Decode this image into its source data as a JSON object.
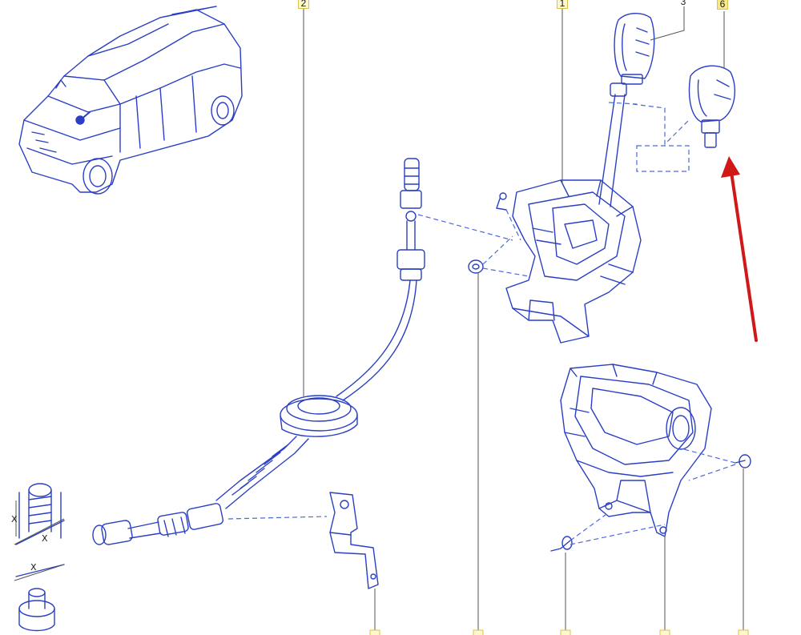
{
  "diagram": {
    "callouts": [
      "2",
      "1",
      "3",
      "6"
    ],
    "bottom_markers": [
      "",
      "",
      "",
      "",
      ""
    ],
    "dimension_labels": [
      "X",
      "X",
      "X"
    ],
    "colors": {
      "line": "#2a3fc4",
      "dash": "#4a6ad8",
      "leader": "#555555",
      "arrow": "#d01818",
      "highlight": "#f7e98a"
    }
  }
}
